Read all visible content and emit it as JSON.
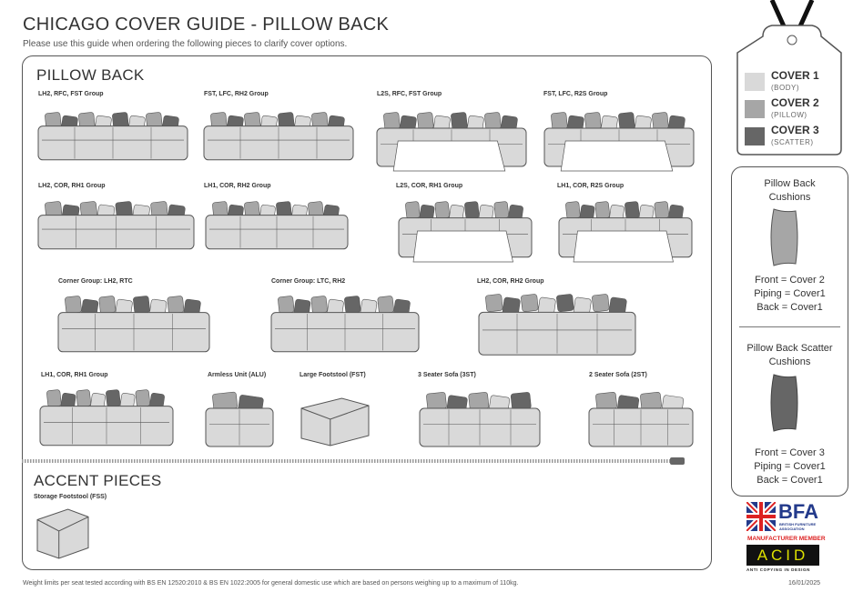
{
  "header": {
    "title": "CHICAGO COVER GUIDE - PILLOW BACK",
    "subtitle": "Please use this guide when ordering the following pieces to clarify cover options."
  },
  "sections": {
    "pillow_back": "PILLOW BACK",
    "accent": "ACCENT PIECES"
  },
  "products": [
    "LH2, RFC, FST Group",
    "FST, LFC, RH2 Group",
    "L2S, RFC, FST Group",
    "FST, LFC, R2S Group",
    "LH2, COR, RH1 Group",
    "LH1, COR, RH2 Group",
    "L2S, COR, RH1 Group",
    "LH1, COR, R2S Group",
    "Corner Group: LH2, RTC",
    "Corner Group: LTC, RH2",
    "LH2, COR, RH2 Group",
    "LH1, COR, RH1 Group",
    "Armless Unit (ALU)",
    "Large Footstool (FST)",
    "3 Seater Sofa (3ST)",
    "2 Seater Sofa (2ST)"
  ],
  "accent_products": [
    "Storage Footstool (FSS)"
  ],
  "legend": [
    {
      "title": "COVER 1",
      "sub": "(BODY)",
      "color": "#d9d9d9"
    },
    {
      "title": "COVER 2",
      "sub": "(PILLOW)",
      "color": "#a6a6a6"
    },
    {
      "title": "COVER 3",
      "sub": "(SCATTER)",
      "color": "#666666"
    }
  ],
  "side": {
    "pb_title": "Pillow Back Cushions",
    "pb_lines": [
      "Front = Cover 2",
      "Piping = Cover1",
      "Back = Cover1"
    ],
    "sc_title": "Pillow Back Scatter Cushions",
    "sc_lines": [
      "Front = Cover 3",
      "Piping = Cover1",
      "Back = Cover1"
    ]
  },
  "logos": {
    "bfa": "BFA",
    "bfa_sub": "BRITISH FURNITURE ASSOCIATION",
    "bfa_member": "MANUFACTURER MEMBER",
    "acid": "ACID",
    "acid_sub": "ANTI COPYING IN DESIGN"
  },
  "footer": {
    "note": "Weight limits per seat tested according with BS EN 12520:2010 & BS EN 1022:2005 for general domestic use which are based on persons weighing up to a maximum of 110kg.",
    "date": "16/01/2025"
  }
}
